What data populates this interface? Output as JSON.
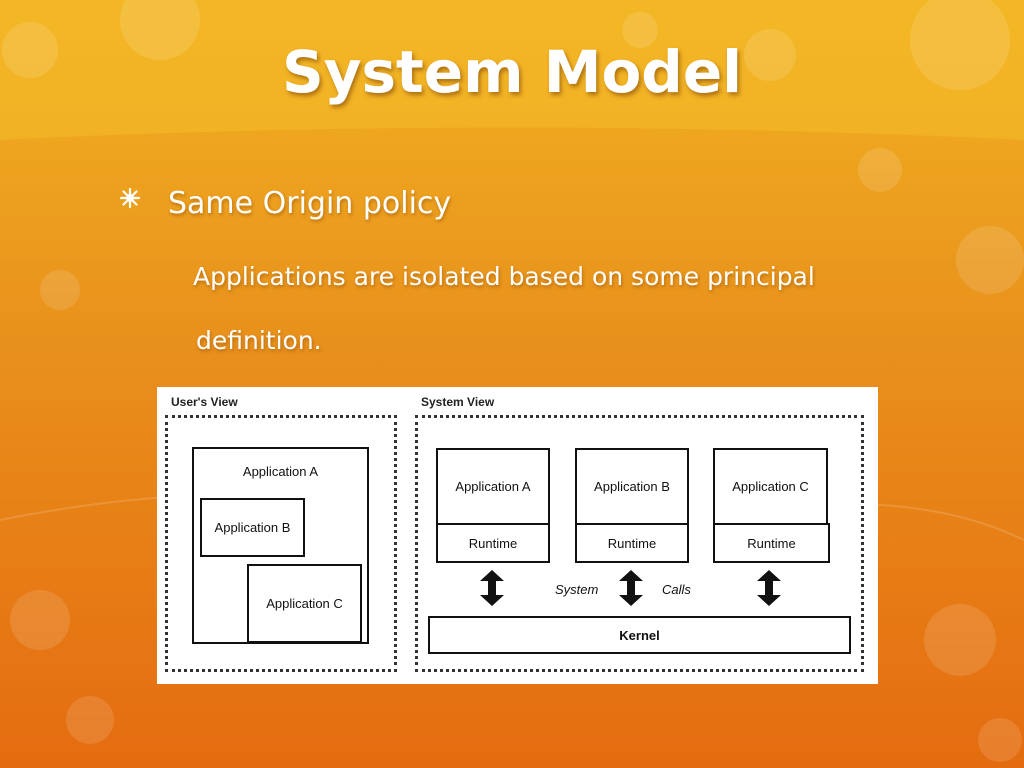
{
  "slide": {
    "title": "System Model",
    "bullet_heading": "Same Origin policy",
    "body_line_1": "Applications are isolated based on some principal",
    "body_line_2": "definition."
  },
  "diagram": {
    "users_view": {
      "label": "User's View",
      "app_a": "Application A",
      "app_b": "Application B",
      "app_c": "Application C"
    },
    "system_view": {
      "label": "System View",
      "apps": [
        {
          "app": "Application A",
          "runtime": "Runtime"
        },
        {
          "app": "Application B",
          "runtime": "Runtime"
        },
        {
          "app": "Application C",
          "runtime": "Runtime"
        }
      ],
      "system_text": "System",
      "calls_text": "Calls",
      "kernel": "Kernel"
    }
  },
  "colors": {
    "background_top": "#f2b21f",
    "background_bottom": "#e46c10",
    "text": "#ffffff"
  }
}
